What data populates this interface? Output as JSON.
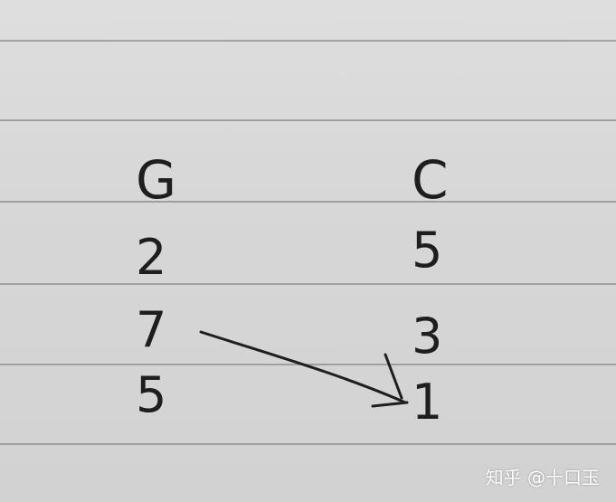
{
  "note": {
    "columns": [
      {
        "header": "G",
        "values": [
          "2",
          "7",
          "5"
        ]
      },
      {
        "header": "C",
        "values": [
          "5",
          "3",
          "1"
        ]
      }
    ],
    "arrow": {
      "from": "7",
      "to": "1"
    }
  },
  "watermark": "知乎 @十口玉",
  "colors": {
    "paper": "#d9d9d9",
    "ink": "#1e1e1e",
    "rule": "#8e8e8e"
  }
}
